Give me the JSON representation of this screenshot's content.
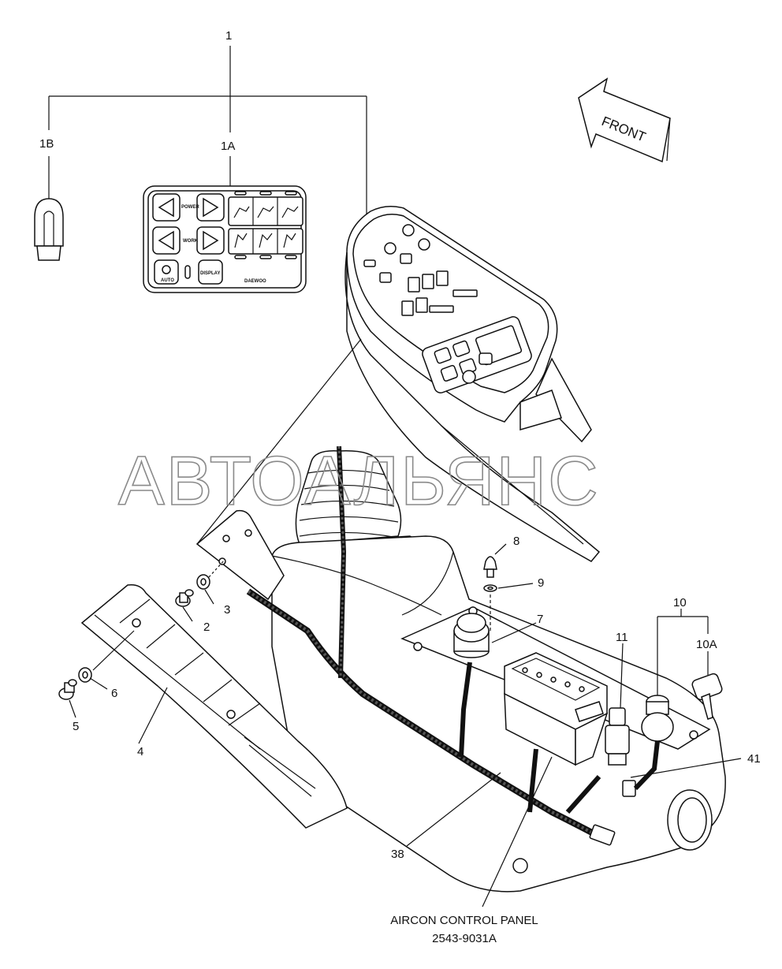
{
  "callouts": {
    "c1": "1",
    "c1a": "1A",
    "c1b": "1B",
    "c2": "2",
    "c3": "3",
    "c4": "4",
    "c5": "5",
    "c6": "6",
    "c7": "7",
    "c8": "8",
    "c9": "9",
    "c10": "10",
    "c10a": "10A",
    "c11": "11",
    "c38": "38",
    "c41": "41"
  },
  "front_arrow": "FRONT",
  "panel_keys": {
    "power": "POWER",
    "work": "WORK",
    "auto": "AUTO",
    "display": "DISPLAY",
    "brand": "DAEWOO"
  },
  "watermark": "АВТОАЛЬЯНС",
  "caption": {
    "line1": "AIRCON CONTROL PANEL",
    "line2": "2543-9031A"
  }
}
